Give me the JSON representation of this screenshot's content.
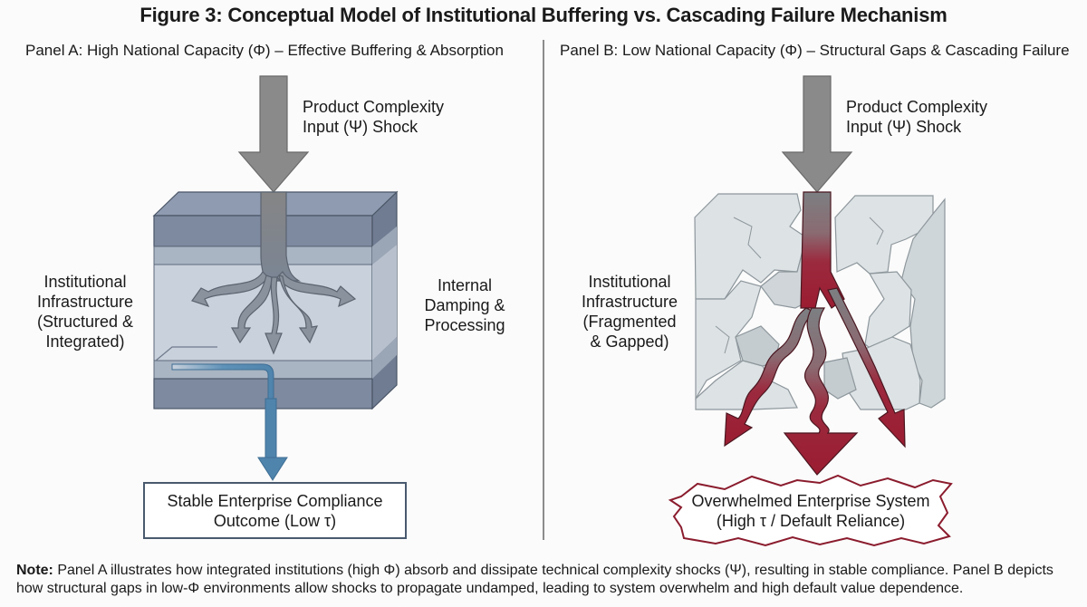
{
  "figure": {
    "title": "Figure 3: Conceptual Model of Institutional Buffering vs. Cascading Failure Mechanism"
  },
  "panelA": {
    "title": "Panel A: High National Capacity (Φ) – Effective Buffering & Absorption",
    "shock_label_line1": "Product Complexity",
    "shock_label_line2": "Input (Ψ) Shock",
    "infra_label_lines": [
      "Institutional",
      "Infrastructure",
      "(Structured &",
      "Integrated)"
    ],
    "damping_label_lines": [
      "Internal",
      "Damping &",
      "Processing"
    ],
    "outcome_line1": "Stable Enterprise Compliance",
    "outcome_line2": "Outcome (Low τ)"
  },
  "panelB": {
    "title": "Panel B: Low National Capacity (Φ) – Structural Gaps & Cascading Failure",
    "shock_label_line1": "Product Complexity",
    "shock_label_line2": "Input (Ψ) Shock",
    "infra_label_lines": [
      "Institutional",
      "Infrastructure",
      "(Fragmented",
      "& Gapped)"
    ],
    "outcome_line1": "Overwhelmed Enterprise System",
    "outcome_line2": "(High τ / Default Reliance)"
  },
  "note": {
    "label": "Note:",
    "text": " Panel A illustrates how integrated institutions (high Φ) absorb and dissipate technical complexity shocks (Ψ), resulting in stable compliance. Panel B depicts how structural gaps in low-Φ environments allow shocks to propagate undamped, leading to system overwhelm and high default value dependence."
  },
  "colors": {
    "shock_gray": "#8a8a8a",
    "block_dark": "#7d8aa0",
    "block_light": "#c9d1dc",
    "stable_blue": "#4f84ad",
    "failure_red": "#9b1c31",
    "fragment_gray": "#d9dee1"
  }
}
